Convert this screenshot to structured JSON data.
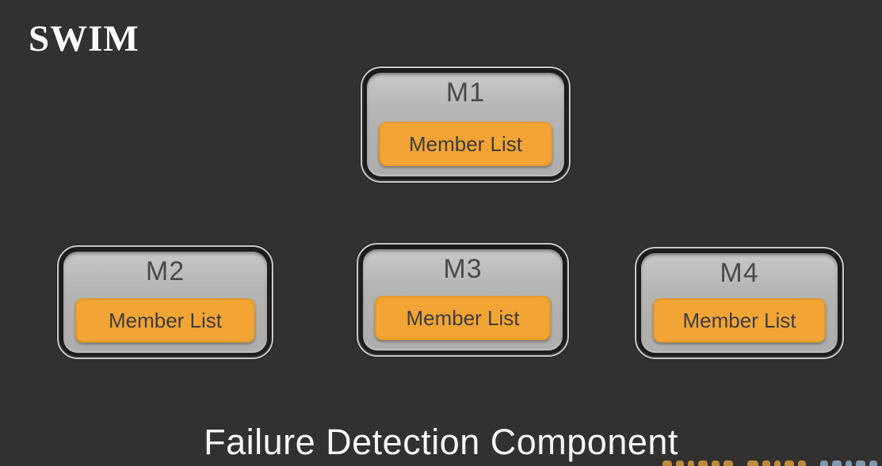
{
  "slide": {
    "title": "SWIM",
    "caption": "Failure Detection Component",
    "background_color": "#333030",
    "title_color": "#fbfbfb",
    "caption_color": "#f7f6f5"
  },
  "nodes": [
    {
      "id": "m1",
      "label": "M1",
      "member_list_label": "Member List"
    },
    {
      "id": "m2",
      "label": "M2",
      "member_list_label": "Member List"
    },
    {
      "id": "m3",
      "label": "M3",
      "member_list_label": "Member List"
    },
    {
      "id": "m4",
      "label": "M4",
      "member_list_label": "Member List"
    }
  ],
  "node_style": {
    "body_color": "#b5b4b2",
    "outer_ring_color": "#1d1b1b",
    "outer_stroke_color": "#c8c8c8",
    "label_color": "#4b4949",
    "member_list_fill": "#f2a434",
    "member_list_border": "#e59a27",
    "member_list_text_color": "#3e3c3e"
  },
  "watermark": {
    "description": "partially visible text clipped at bottom edge",
    "orange_color": "#bd8b3b",
    "blue_color": "#7e99ae"
  }
}
